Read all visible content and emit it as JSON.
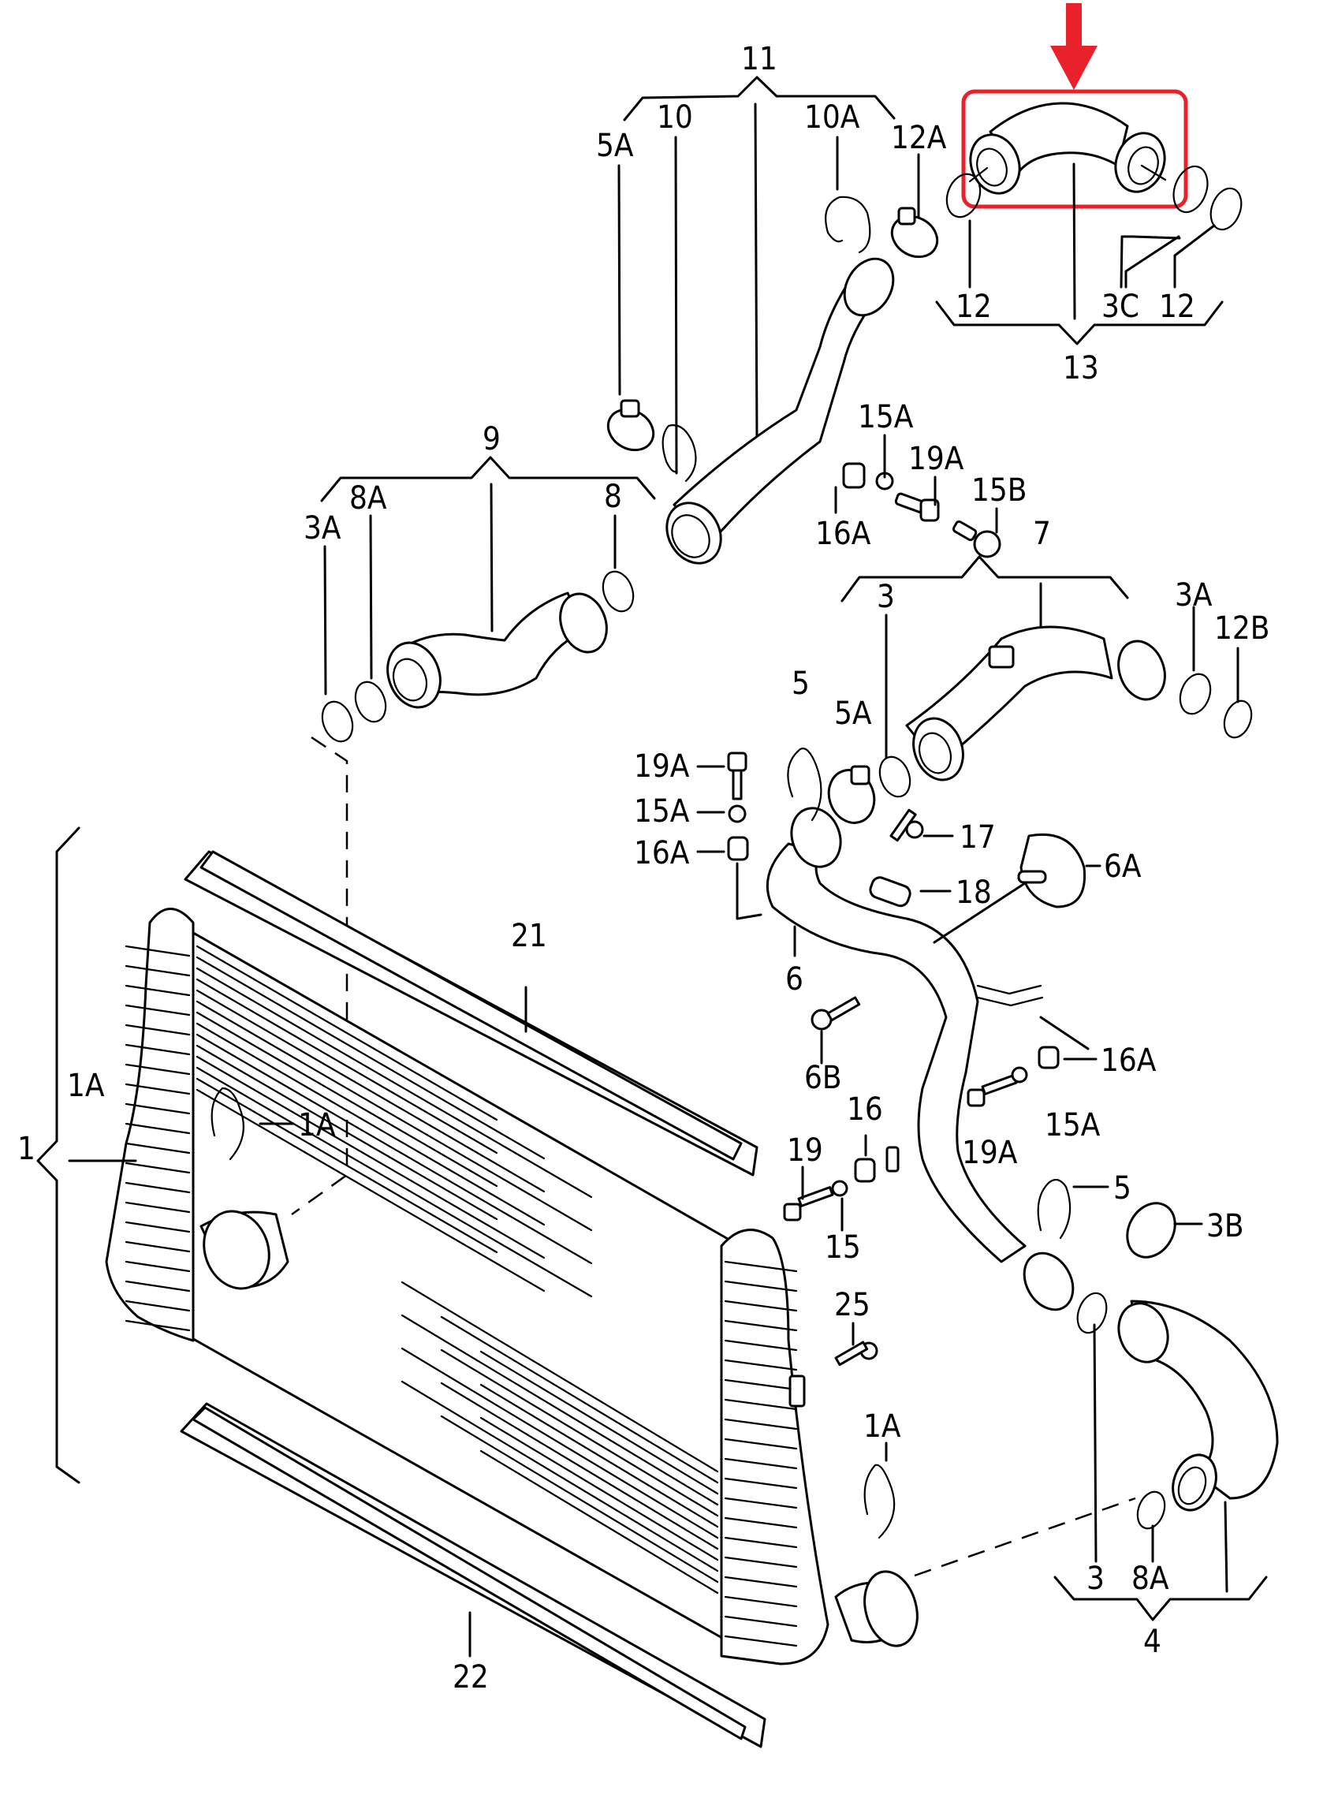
{
  "title": "Intercooler and charge air hose assembly exploded parts diagram",
  "highlight": {
    "part_number": "13",
    "box_color": "#e8212b",
    "arrow_color": "#e8212b",
    "fill_color": "#22c436"
  },
  "labels": {
    "l11": "11",
    "l10": "10",
    "l10A": "10A",
    "l5A_top": "5A",
    "l12A": "12A",
    "l12_left": "12",
    "l3C": "3C",
    "l12_right": "12",
    "l13": "13",
    "l9": "9",
    "l8A_top": "8A",
    "l3A_left": "3A",
    "l8": "8",
    "l15A_top": "15A",
    "l19A_top": "19A",
    "l15B": "15B",
    "l16A_top": "16A",
    "l7": "7",
    "l3_mid": "3",
    "l3A_right": "3A",
    "l12B": "12B",
    "l5_mid": "5",
    "l5A_mid": "5A",
    "l19A_left": "19A",
    "l15A_left": "15A",
    "l16A_left": "16A",
    "l17": "17",
    "l18": "18",
    "l6A": "6A",
    "l6": "6",
    "l21": "21",
    "l6B": "6B",
    "l16A_right": "16A",
    "l1A_side": "1A",
    "l1A_inner": "1A",
    "l1": "1",
    "l16": "16",
    "l15A_right": "15A",
    "l19A_right": "19A",
    "l19": "19",
    "l5_low": "5",
    "l3B": "3B",
    "l15": "15",
    "l25": "25",
    "l1A_low": "1A",
    "l3_low": "3",
    "l8A_low": "8A",
    "l4": "4",
    "l22": "22"
  }
}
